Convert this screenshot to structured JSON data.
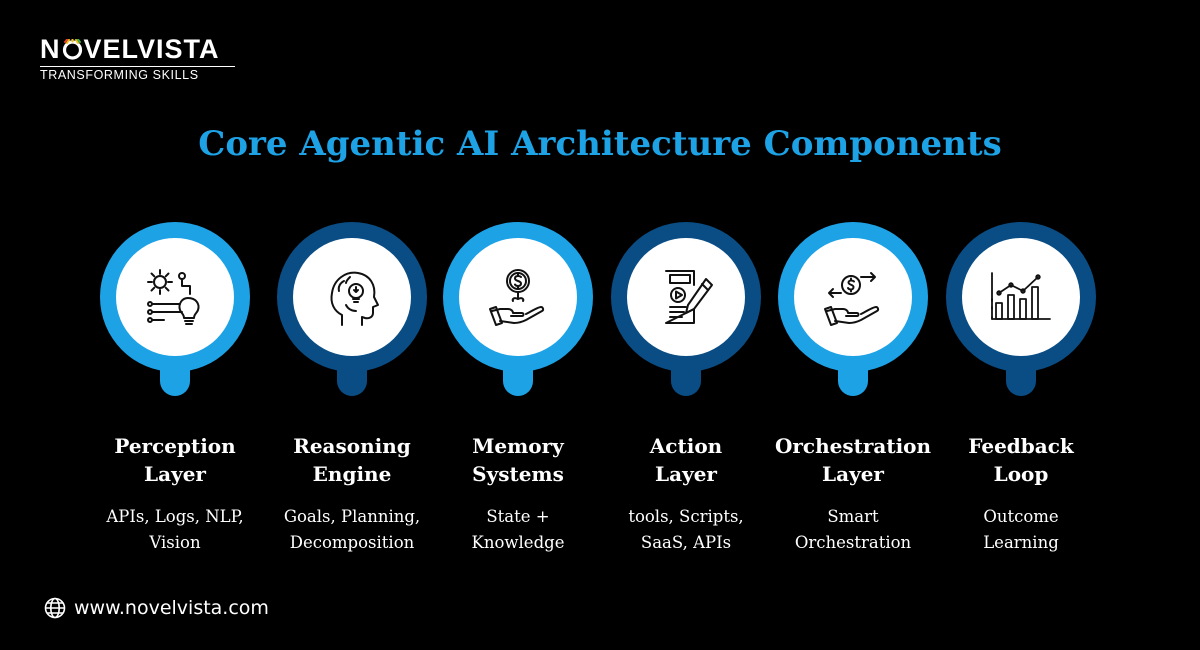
{
  "brand": {
    "name_before_o": "N",
    "name_after_o": "VELVISTA",
    "tagline": "TRANSFORMING SKILLS"
  },
  "page": {
    "title": "Core Agentic AI Architecture Components"
  },
  "components": [
    {
      "title_lines": [
        "Perception",
        "Layer"
      ],
      "desc_lines": [
        "APIs, Logs, NLP,",
        "Vision"
      ],
      "icon": "gear-circuit-bulb-icon",
      "ring": "light"
    },
    {
      "title_lines": [
        "Reasoning",
        "Engine"
      ],
      "desc_lines": [
        "Goals, Planning,",
        "Decomposition"
      ],
      "icon": "head-bulb-icon",
      "ring": "dark"
    },
    {
      "title_lines": [
        "Memory",
        "Systems"
      ],
      "desc_lines": [
        "State +",
        "Knowledge"
      ],
      "icon": "hand-coin-icon",
      "ring": "light"
    },
    {
      "title_lines": [
        "Action",
        "Layer"
      ],
      "desc_lines": [
        "tools, Scripts,",
        "SaaS, APIs"
      ],
      "icon": "document-pen-icon",
      "ring": "dark"
    },
    {
      "title_lines": [
        "Orchestration",
        "Layer"
      ],
      "desc_lines": [
        "Smart",
        "Orchestration"
      ],
      "icon": "hand-exchange-icon",
      "ring": "light"
    },
    {
      "title_lines": [
        "Feedback",
        "Loop"
      ],
      "desc_lines": [
        "Outcome",
        "Learning"
      ],
      "icon": "bar-chart-trend-icon",
      "ring": "dark"
    }
  ],
  "footer": {
    "website": "www.novelvista.com",
    "icon": "globe-icon"
  },
  "colors": {
    "accent_light": "#1ea2e6",
    "accent_dark": "#0a4d84",
    "background": "#000000"
  }
}
